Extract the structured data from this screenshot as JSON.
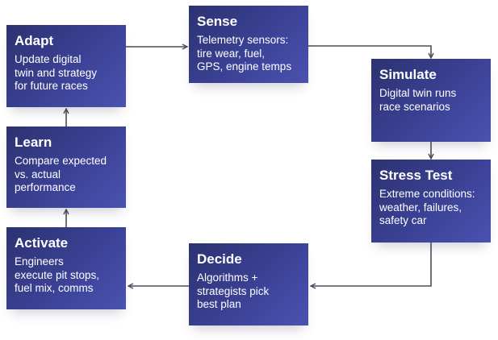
{
  "nodes": {
    "sense": {
      "title": "Sense",
      "description": "Telemetry sensors:\ntire wear, fuel,\nGPS, engine temps"
    },
    "simulate": {
      "title": "Simulate",
      "description": "Digital twin runs\nrace scenarios"
    },
    "stress": {
      "title": "Stress Test",
      "description": "Extreme conditions:\nweather, failures,\nsafety car"
    },
    "decide": {
      "title": "Decide",
      "description": "Algorithms +\nstrategists pick\nbest plan"
    },
    "activate": {
      "title": "Activate",
      "description": "Engineers\nexecute pit stops,\nfuel mix, comms"
    },
    "learn": {
      "title": "Learn",
      "description": "Compare expected\nvs. actual\nperformance"
    },
    "adapt": {
      "title": "Adapt",
      "description": "Update digital\ntwin and strategy\nfor future races"
    }
  },
  "edges": [
    {
      "from": "Adapt",
      "to": "Sense"
    },
    {
      "from": "Sense",
      "to": "Simulate"
    },
    {
      "from": "Simulate",
      "to": "Stress Test"
    },
    {
      "from": "Stress Test",
      "to": "Decide"
    },
    {
      "from": "Decide",
      "to": "Activate"
    },
    {
      "from": "Activate",
      "to": "Learn"
    },
    {
      "from": "Learn",
      "to": "Adapt"
    }
  ],
  "colors": {
    "box_dark": "#2c3270",
    "box_light": "#4a52b0",
    "arrow": "#4a4e5a",
    "text": "#ffffff"
  }
}
